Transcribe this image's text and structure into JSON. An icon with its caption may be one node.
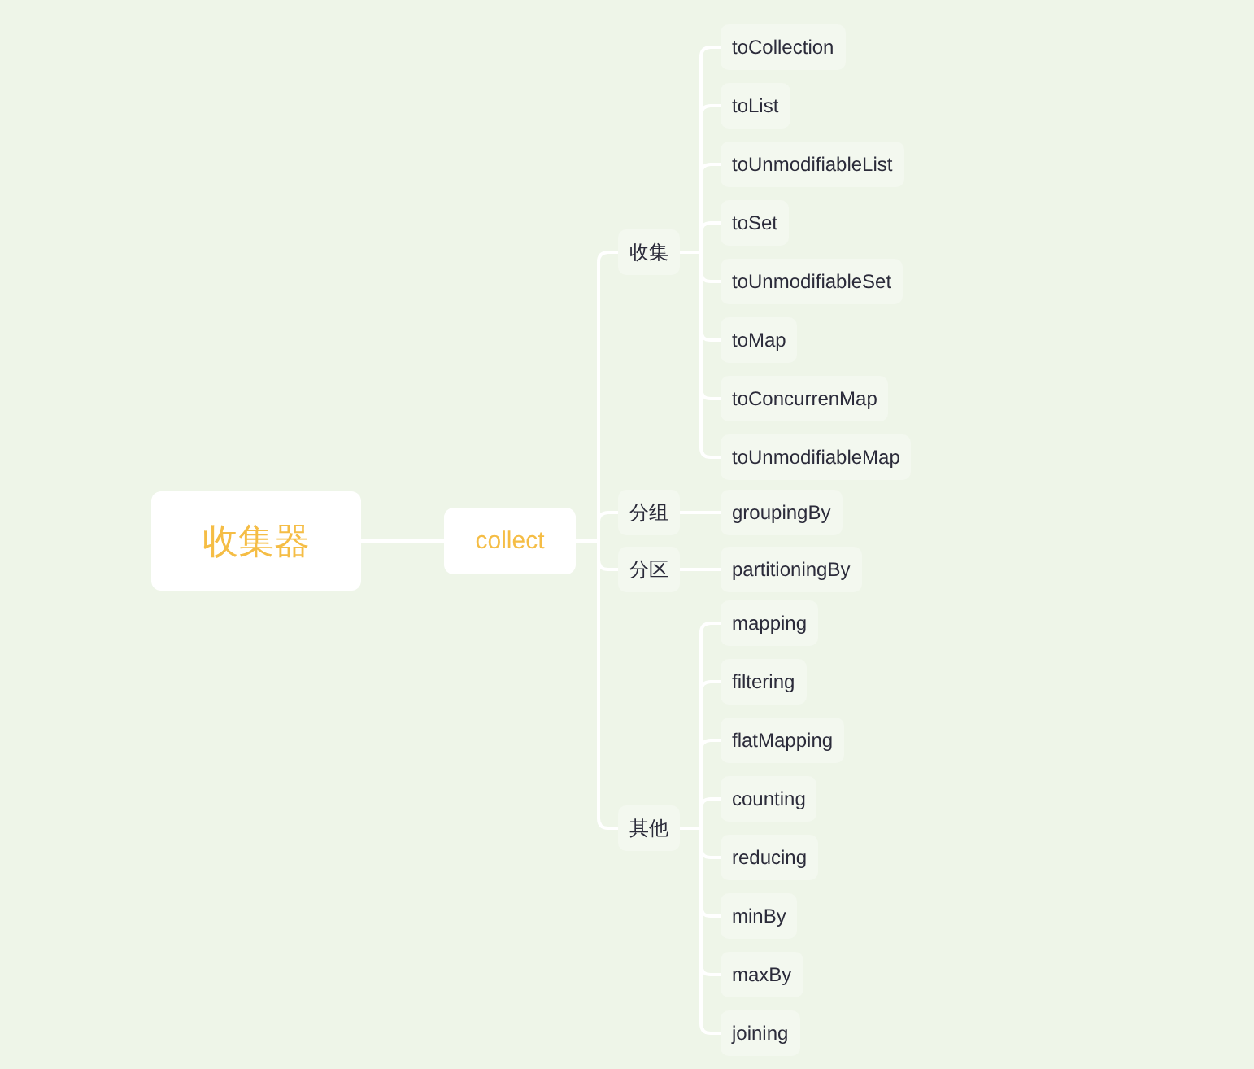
{
  "diagram": {
    "nodes": [
      {
        "text": [
          "收集器"
        ]
      },
      {
        "text": [
          "collect"
        ]
      },
      {
        "text": [
          "收集"
        ]
      },
      {
        "text": [
          "toCollection"
        ]
      },
      {
        "text": [
          "toList"
        ]
      },
      {
        "text": [
          "toUnmodifiableList"
        ]
      },
      {
        "text": [
          "toSet"
        ]
      },
      {
        "text": [
          "toUnmodifiableSet"
        ]
      },
      {
        "text": [
          "toMap"
        ]
      },
      {
        "text": [
          "toConcurrenMap"
        ]
      },
      {
        "text": [
          "toUnmodifiableMap"
        ]
      },
      {
        "text": [
          "分组"
        ]
      },
      {
        "text": [
          "groupingBy"
        ]
      },
      {
        "text": [
          "分区"
        ]
      },
      {
        "text": [
          "partitioningBy"
        ]
      },
      {
        "text": [
          "其他"
        ]
      },
      {
        "text": [
          "mapping"
        ]
      },
      {
        "text": [
          "filtering"
        ]
      },
      {
        "text": [
          "flatMapping"
        ]
      },
      {
        "text": [
          "counting"
        ]
      },
      {
        "text": [
          "reducing"
        ]
      },
      {
        "text": [
          "minBy"
        ]
      },
      {
        "text": [
          "maxBy"
        ]
      },
      {
        "text": [
          "joining"
        ]
      }
    ],
    "edges": [
      {
        "from": 0,
        "to": 1,
        "arrow": "none"
      },
      {
        "from": 1,
        "to": 2,
        "arrow": "none"
      },
      {
        "from": 1,
        "to": 11,
        "arrow": "none"
      },
      {
        "from": 1,
        "to": 13,
        "arrow": "none"
      },
      {
        "from": 1,
        "to": 15,
        "arrow": "none"
      },
      {
        "from": 2,
        "to": 3,
        "arrow": "none"
      },
      {
        "from": 2,
        "to": 4,
        "arrow": "none"
      },
      {
        "from": 2,
        "to": 5,
        "arrow": "none"
      },
      {
        "from": 2,
        "to": 6,
        "arrow": "none"
      },
      {
        "from": 2,
        "to": 7,
        "arrow": "none"
      },
      {
        "from": 2,
        "to": 8,
        "arrow": "none"
      },
      {
        "from": 2,
        "to": 9,
        "arrow": "none"
      },
      {
        "from": 2,
        "to": 10,
        "arrow": "none"
      },
      {
        "from": 11,
        "to": 12,
        "arrow": "none"
      },
      {
        "from": 13,
        "to": 14,
        "arrow": "none"
      },
      {
        "from": 15,
        "to": 16,
        "arrow": "none"
      },
      {
        "from": 15,
        "to": 17,
        "arrow": "none"
      },
      {
        "from": 15,
        "to": 18,
        "arrow": "none"
      },
      {
        "from": 15,
        "to": 19,
        "arrow": "none"
      },
      {
        "from": 15,
        "to": 20,
        "arrow": "none"
      },
      {
        "from": 15,
        "to": 21,
        "arrow": "none"
      },
      {
        "from": 15,
        "to": 22,
        "arrow": "none"
      },
      {
        "from": 15,
        "to": 23,
        "arrow": "none"
      }
    ]
  }
}
